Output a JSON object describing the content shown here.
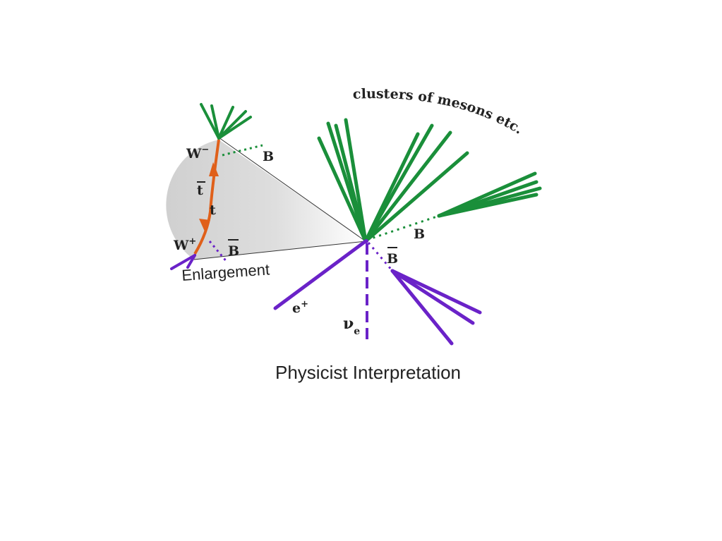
{
  "diagram": {
    "arc_label": "clusters of mesons etc.",
    "enlargement_label": "Enlargement",
    "caption": "Physicist Interpretation",
    "inset": {
      "w_minus": "W",
      "w_minus_sup": "−",
      "w_plus": "W",
      "w_plus_sup": "+",
      "tbar": "t",
      "t": "t",
      "b_top": "B",
      "bbar_bottom": "B"
    },
    "main": {
      "b_right": "B",
      "bbar_right": "B",
      "positron": "e",
      "positron_sup": "+",
      "neutrino": "ν",
      "neutrino_sub": "e"
    },
    "colors": {
      "green": "#1a8f3a",
      "purple": "#6a22c8",
      "orange": "#e0601a",
      "grey_fill": "#d3d3d3"
    }
  }
}
